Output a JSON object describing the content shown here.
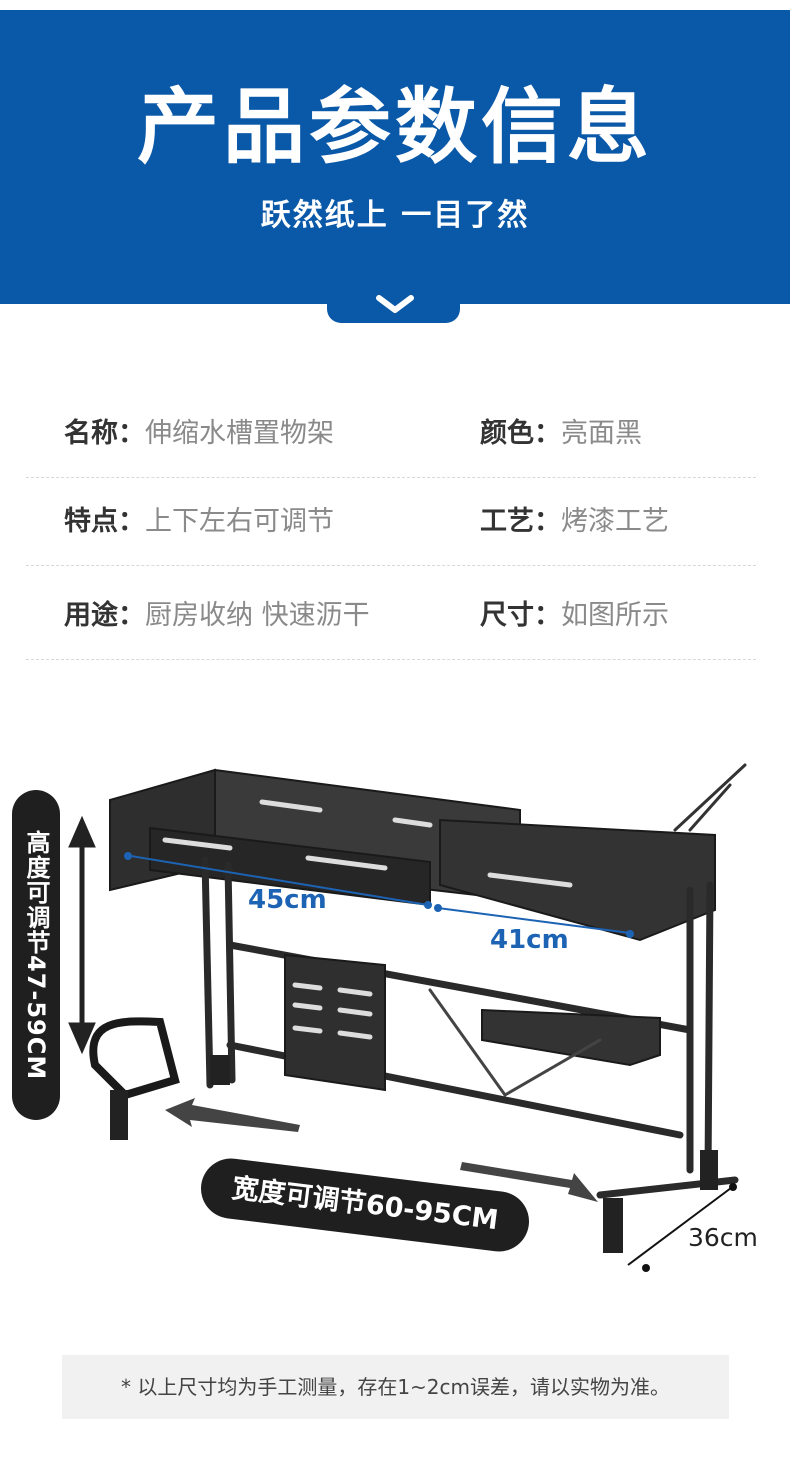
{
  "header": {
    "title": "产品参数信息",
    "subtitle": "跃然纸上 一目了然",
    "chevron_icon": "chevron-down-icon",
    "color": "#0a58a8"
  },
  "specs": [
    {
      "label": "名称：",
      "value": "伸缩水槽置物架"
    },
    {
      "label": "颜色：",
      "value": "亮面黑"
    },
    {
      "label": "特点：",
      "value": "上下左右可调节"
    },
    {
      "label": "工艺：",
      "value": "烤漆工艺"
    },
    {
      "label": "用途：",
      "value": "厨房收纳 快速沥干"
    },
    {
      "label": "尺寸：",
      "value": "如图所示"
    }
  ],
  "dimensions": {
    "height_label": "高度可调节47-59CM",
    "width_label": "宽度可调节60-95CM",
    "length_left": "45cm",
    "length_right": "41cm",
    "depth": "36cm"
  },
  "note": "* 以上尺寸均为手工测量，存在1~2cm误差，请以实物为准。"
}
